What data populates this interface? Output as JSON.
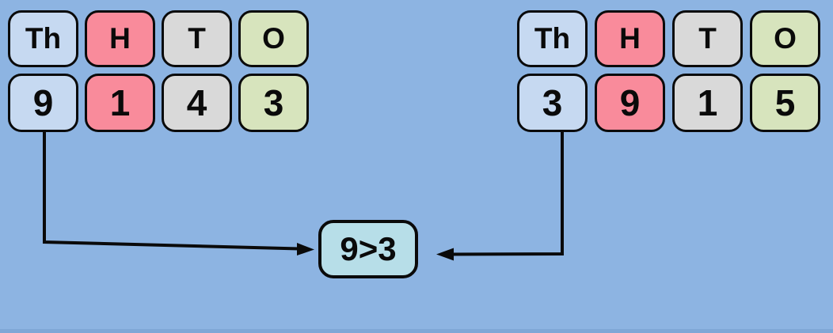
{
  "diagram": {
    "background_color": "#8DB4E2",
    "left_table": {
      "columns": [
        {
          "header": "Th",
          "digit": "9",
          "color": "#C6D9F1"
        },
        {
          "header": "H",
          "digit": "1",
          "color": "#F98B9B"
        },
        {
          "header": "T",
          "digit": "4",
          "color": "#D9D9D9"
        },
        {
          "header": "O",
          "digit": "3",
          "color": "#D7E4BD"
        }
      ]
    },
    "right_table": {
      "columns": [
        {
          "header": "Th",
          "digit": "3",
          "color": "#C6D9F1"
        },
        {
          "header": "H",
          "digit": "9",
          "color": "#F98B9B"
        },
        {
          "header": "T",
          "digit": "1",
          "color": "#D9D9D9"
        },
        {
          "header": "O",
          "digit": "5",
          "color": "#D7E4BD"
        }
      ]
    },
    "comparison": {
      "label": "9>3",
      "color": "#B7DEE8"
    },
    "arrow_color": "#0a0a0a"
  }
}
